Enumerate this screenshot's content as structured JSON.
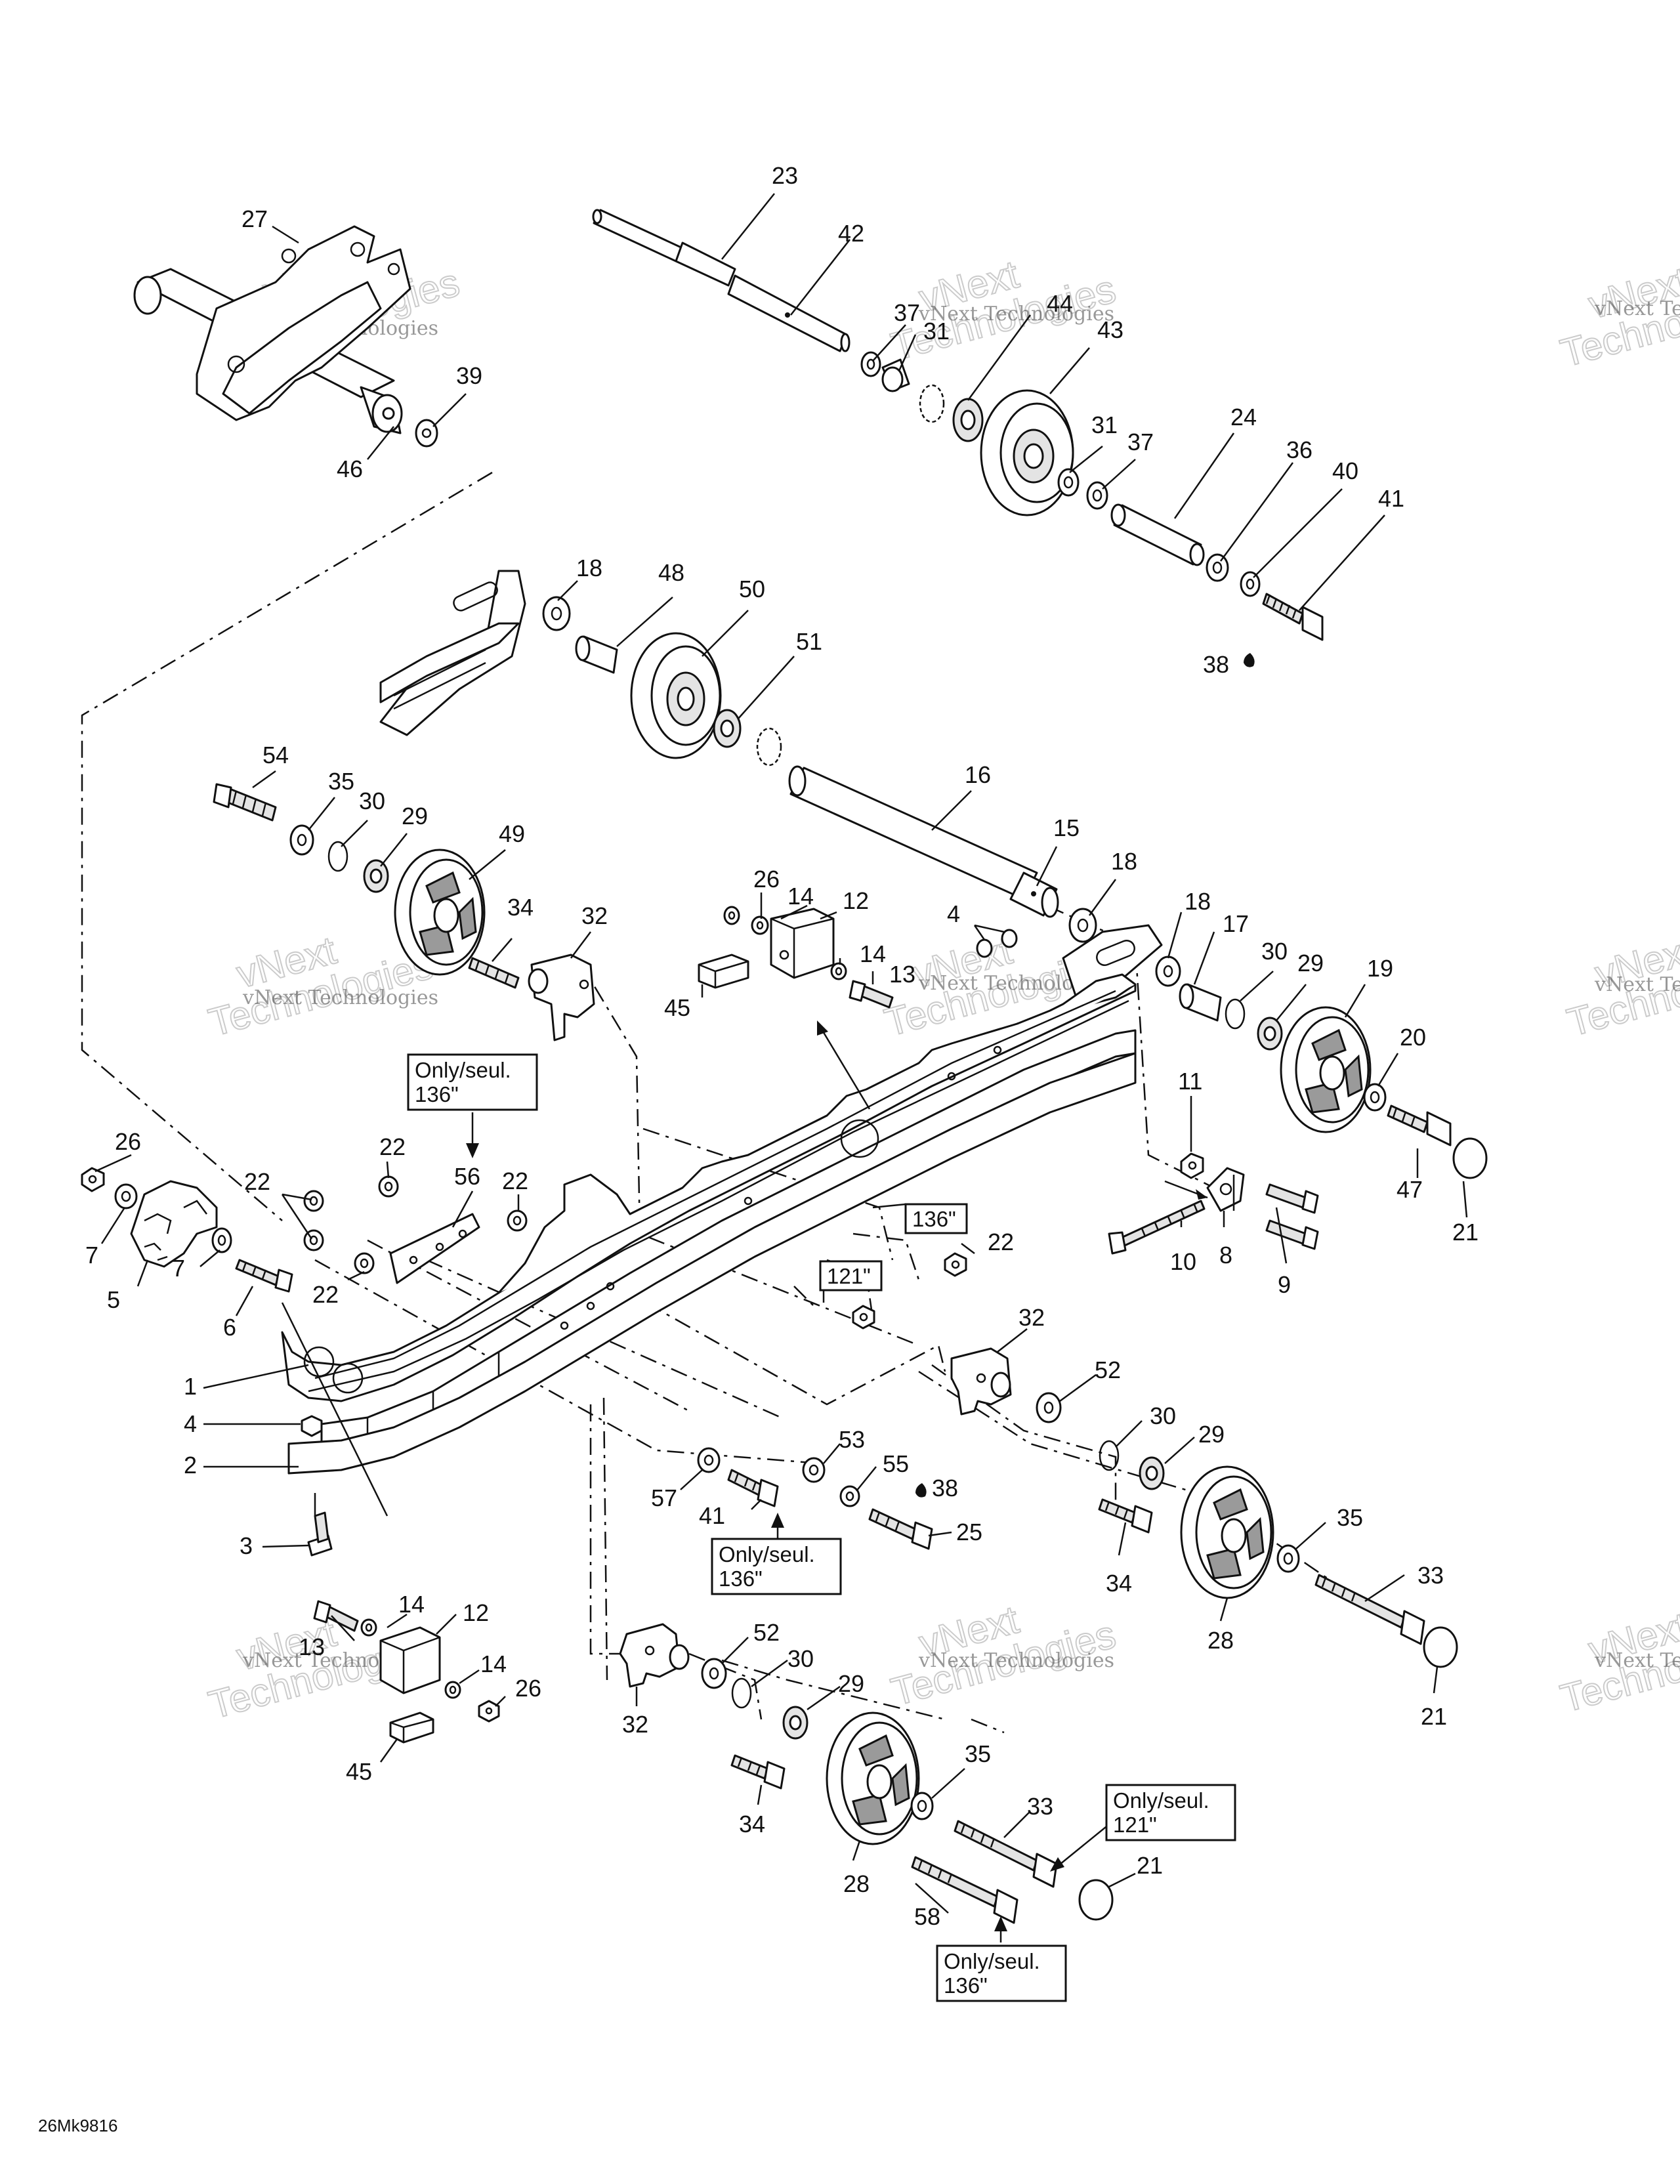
{
  "callouts": [
    {
      "id": "c23",
      "text": "23"
    },
    {
      "id": "c42",
      "text": "42"
    },
    {
      "id": "c27",
      "text": "27"
    },
    {
      "id": "c37a",
      "text": "37"
    },
    {
      "id": "c44",
      "text": "44"
    },
    {
      "id": "c31a",
      "text": "31"
    },
    {
      "id": "c43",
      "text": "43"
    },
    {
      "id": "c39",
      "text": "39"
    },
    {
      "id": "c46",
      "text": "46"
    },
    {
      "id": "c31b",
      "text": "31"
    },
    {
      "id": "c37b",
      "text": "37"
    },
    {
      "id": "c24",
      "text": "24"
    },
    {
      "id": "c36",
      "text": "36"
    },
    {
      "id": "c40",
      "text": "40"
    },
    {
      "id": "c41a",
      "text": "41"
    },
    {
      "id": "c38a",
      "text": "38"
    },
    {
      "id": "c18a",
      "text": "18"
    },
    {
      "id": "c48",
      "text": "48"
    },
    {
      "id": "c50",
      "text": "50"
    },
    {
      "id": "c51",
      "text": "51"
    },
    {
      "id": "c16",
      "text": "16"
    },
    {
      "id": "c54",
      "text": "54"
    },
    {
      "id": "c35a",
      "text": "35"
    },
    {
      "id": "c30a",
      "text": "30"
    },
    {
      "id": "c29a",
      "text": "29"
    },
    {
      "id": "c49",
      "text": "49"
    },
    {
      "id": "c15",
      "text": "15"
    },
    {
      "id": "c18b",
      "text": "18"
    },
    {
      "id": "c26a",
      "text": "26"
    },
    {
      "id": "c14a",
      "text": "14"
    },
    {
      "id": "c12a",
      "text": "12"
    },
    {
      "id": "c14b",
      "text": "14"
    },
    {
      "id": "c13a",
      "text": "13"
    },
    {
      "id": "c45a",
      "text": "45"
    },
    {
      "id": "c34a",
      "text": "34"
    },
    {
      "id": "c32a",
      "text": "32"
    },
    {
      "id": "c4a",
      "text": "4"
    },
    {
      "id": "c18c",
      "text": "18"
    },
    {
      "id": "c17",
      "text": "17"
    },
    {
      "id": "c30b",
      "text": "30"
    },
    {
      "id": "c29b",
      "text": "29"
    },
    {
      "id": "c19",
      "text": "19"
    },
    {
      "id": "c20",
      "text": "20"
    },
    {
      "id": "c11",
      "text": "11"
    },
    {
      "id": "c47",
      "text": "47"
    },
    {
      "id": "c21a",
      "text": "21"
    },
    {
      "id": "c10",
      "text": "10"
    },
    {
      "id": "c8",
      "text": "8"
    },
    {
      "id": "c9",
      "text": "9"
    },
    {
      "id": "c26b",
      "text": "26"
    },
    {
      "id": "c7a",
      "text": "7"
    },
    {
      "id": "c5",
      "text": "5"
    },
    {
      "id": "c7b",
      "text": "7"
    },
    {
      "id": "c6",
      "text": "6"
    },
    {
      "id": "c22a",
      "text": "22"
    },
    {
      "id": "c22b",
      "text": "22"
    },
    {
      "id": "c22c",
      "text": "22"
    },
    {
      "id": "c56",
      "text": "56"
    },
    {
      "id": "c22d",
      "text": "22"
    },
    {
      "id": "c22e",
      "text": "22"
    },
    {
      "id": "c1",
      "text": "1"
    },
    {
      "id": "c4b",
      "text": "4"
    },
    {
      "id": "c2",
      "text": "2"
    },
    {
      "id": "c3",
      "text": "3"
    },
    {
      "id": "c32b",
      "text": "32"
    },
    {
      "id": "c52a",
      "text": "52"
    },
    {
      "id": "c30c",
      "text": "30"
    },
    {
      "id": "c29c",
      "text": "29"
    },
    {
      "id": "c53",
      "text": "53"
    },
    {
      "id": "c55",
      "text": "55"
    },
    {
      "id": "c38b",
      "text": "38"
    },
    {
      "id": "c57",
      "text": "57"
    },
    {
      "id": "c41b",
      "text": "41"
    },
    {
      "id": "c25",
      "text": "25"
    },
    {
      "id": "c34b",
      "text": "34"
    },
    {
      "id": "c35b",
      "text": "35"
    },
    {
      "id": "c33a",
      "text": "33"
    },
    {
      "id": "c28a",
      "text": "28"
    },
    {
      "id": "c21b",
      "text": "21"
    },
    {
      "id": "c14c",
      "text": "14"
    },
    {
      "id": "c12b",
      "text": "12"
    },
    {
      "id": "c13b",
      "text": "13"
    },
    {
      "id": "c14d",
      "text": "14"
    },
    {
      "id": "c26c",
      "text": "26"
    },
    {
      "id": "c45b",
      "text": "45"
    },
    {
      "id": "c52b",
      "text": "52"
    },
    {
      "id": "c30d",
      "text": "30"
    },
    {
      "id": "c29d",
      "text": "29"
    },
    {
      "id": "c32c",
      "text": "32"
    },
    {
      "id": "c34c",
      "text": "34"
    },
    {
      "id": "c35c",
      "text": "35"
    },
    {
      "id": "c33b",
      "text": "33"
    },
    {
      "id": "c21c",
      "text": "21"
    },
    {
      "id": "c28b",
      "text": "28"
    },
    {
      "id": "c58",
      "text": "58"
    }
  ],
  "notes": {
    "only136_top": {
      "line1": "Only/seul.",
      "line2": "136\""
    },
    "tag136": "136\"",
    "tag121": "121\"",
    "only136_mid": {
      "line1": "Only/seul.",
      "line2": "136\""
    },
    "only121": {
      "line1": "Only/seul.",
      "line2": "121\""
    },
    "only136_bottom": {
      "line1": "Only/seul.",
      "line2": "136\""
    }
  },
  "watermark": {
    "line1": "vNext",
    "line2": "Technologies",
    "full": "vNext Technologies"
  },
  "drawing_code": "26Mk9816"
}
